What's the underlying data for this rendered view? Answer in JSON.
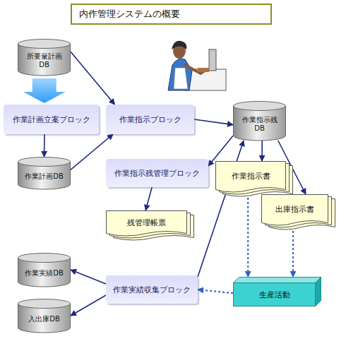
{
  "diagram": {
    "title": "内作管理システムの概要",
    "nodes": [
      {
        "text": [
          "所要量計画 DB"
        ]
      },
      {
        "text": [
          "作業計画立案ブロック"
        ]
      },
      {
        "text": [
          "作業指示ブロック"
        ]
      },
      {
        "text": [
          "作業指示残 DB"
        ]
      },
      {
        "text": [
          "作業計画DB"
        ]
      },
      {
        "text": [
          "作業指示残管理ブロック"
        ]
      },
      {
        "text": [
          "作業指示書"
        ]
      },
      {
        "text": [
          "出庫指示書"
        ]
      },
      {
        "text": [
          "残管理帳票"
        ]
      },
      {
        "text": [
          "作業実績DB"
        ]
      },
      {
        "text": [
          "作業実績収集ブロック"
        ]
      },
      {
        "text": [
          "生産活動"
        ]
      },
      {
        "text": [
          "入出庫DB"
        ]
      }
    ],
    "edges": [
      {
        "from": 0,
        "to": 1,
        "arrow": "to"
      },
      {
        "from": 0,
        "to": 2,
        "arrow": "to"
      },
      {
        "from": 1,
        "to": 4,
        "arrow": "to"
      },
      {
        "from": 4,
        "to": 2,
        "arrow": "to"
      },
      {
        "from": 2,
        "to": 3,
        "arrow": "to"
      },
      {
        "from": 3,
        "to": 5,
        "arrow": "to"
      },
      {
        "from": 5,
        "to": 8,
        "arrow": "to"
      },
      {
        "from": 3,
        "to": 6,
        "arrow": "to"
      },
      {
        "from": 3,
        "to": 7,
        "arrow": "to"
      },
      {
        "from": 6,
        "to": 11,
        "arrow": "to"
      },
      {
        "from": 7,
        "to": 11,
        "arrow": "to"
      },
      {
        "from": 11,
        "to": 10,
        "arrow": "to"
      },
      {
        "from": 10,
        "to": 9,
        "arrow": "to"
      },
      {
        "from": 10,
        "to": 12,
        "arrow": "to"
      },
      {
        "from": 10,
        "to": 3,
        "arrow": "to"
      }
    ]
  }
}
